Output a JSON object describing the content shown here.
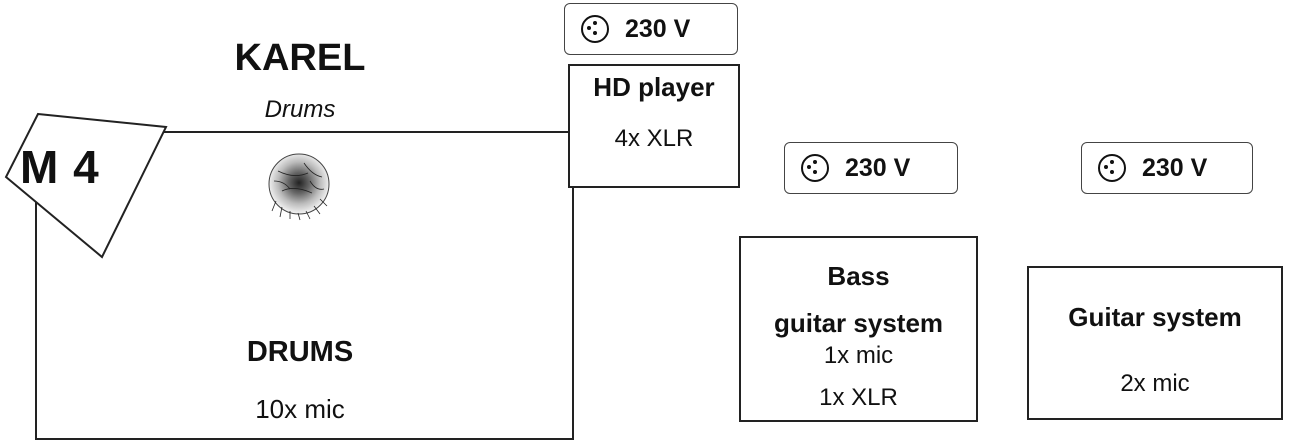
{
  "musician": {
    "name": "KAREL",
    "role": "Drums"
  },
  "monitor": {
    "label": "M 4"
  },
  "drums": {
    "title": "DRUMS",
    "inputs": "10x mic"
  },
  "hd_player": {
    "title": "HD player",
    "inputs": "4x XLR"
  },
  "bass": {
    "title_line1": "Bass",
    "title_line2": "guitar system",
    "inputs_line1": "1x mic",
    "inputs_line2": "1x XLR"
  },
  "guitar": {
    "title": "Guitar system",
    "inputs": "2x mic"
  },
  "power_outlets": [
    {
      "label": "230 V"
    },
    {
      "label": "230 V"
    },
    {
      "label": "230 V"
    }
  ],
  "colors": {
    "line": "#222222",
    "background": "#ffffff"
  },
  "icons": {
    "power": "socket-icon",
    "drum": "drum-cymbal-icon",
    "monitor": "monitor-wedge-icon"
  }
}
